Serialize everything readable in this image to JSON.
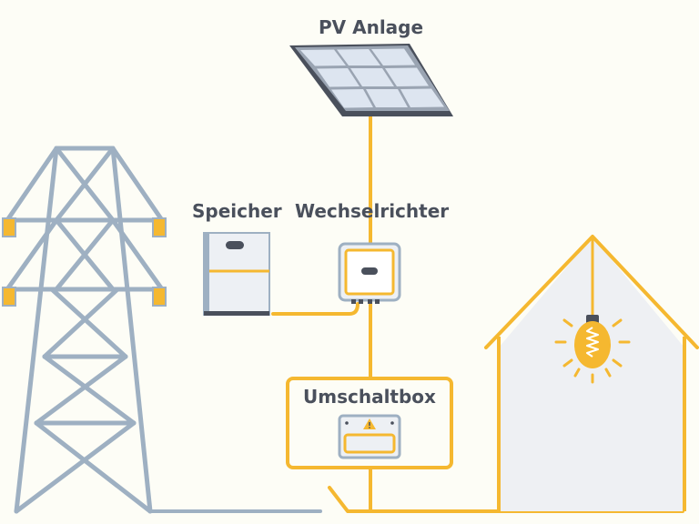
{
  "labels": {
    "pv": "PV Anlage",
    "storage": "Speicher",
    "inverter": "Wechselrichter",
    "switchbox": "Umschaltbox"
  },
  "colors": {
    "background": "#fdfdf6",
    "wire": "#f5b830",
    "pylon": "#9eb0c2",
    "dark": "#4a505c",
    "panel_cell": "#dde5f0",
    "house_fill": "#eef0f3"
  }
}
